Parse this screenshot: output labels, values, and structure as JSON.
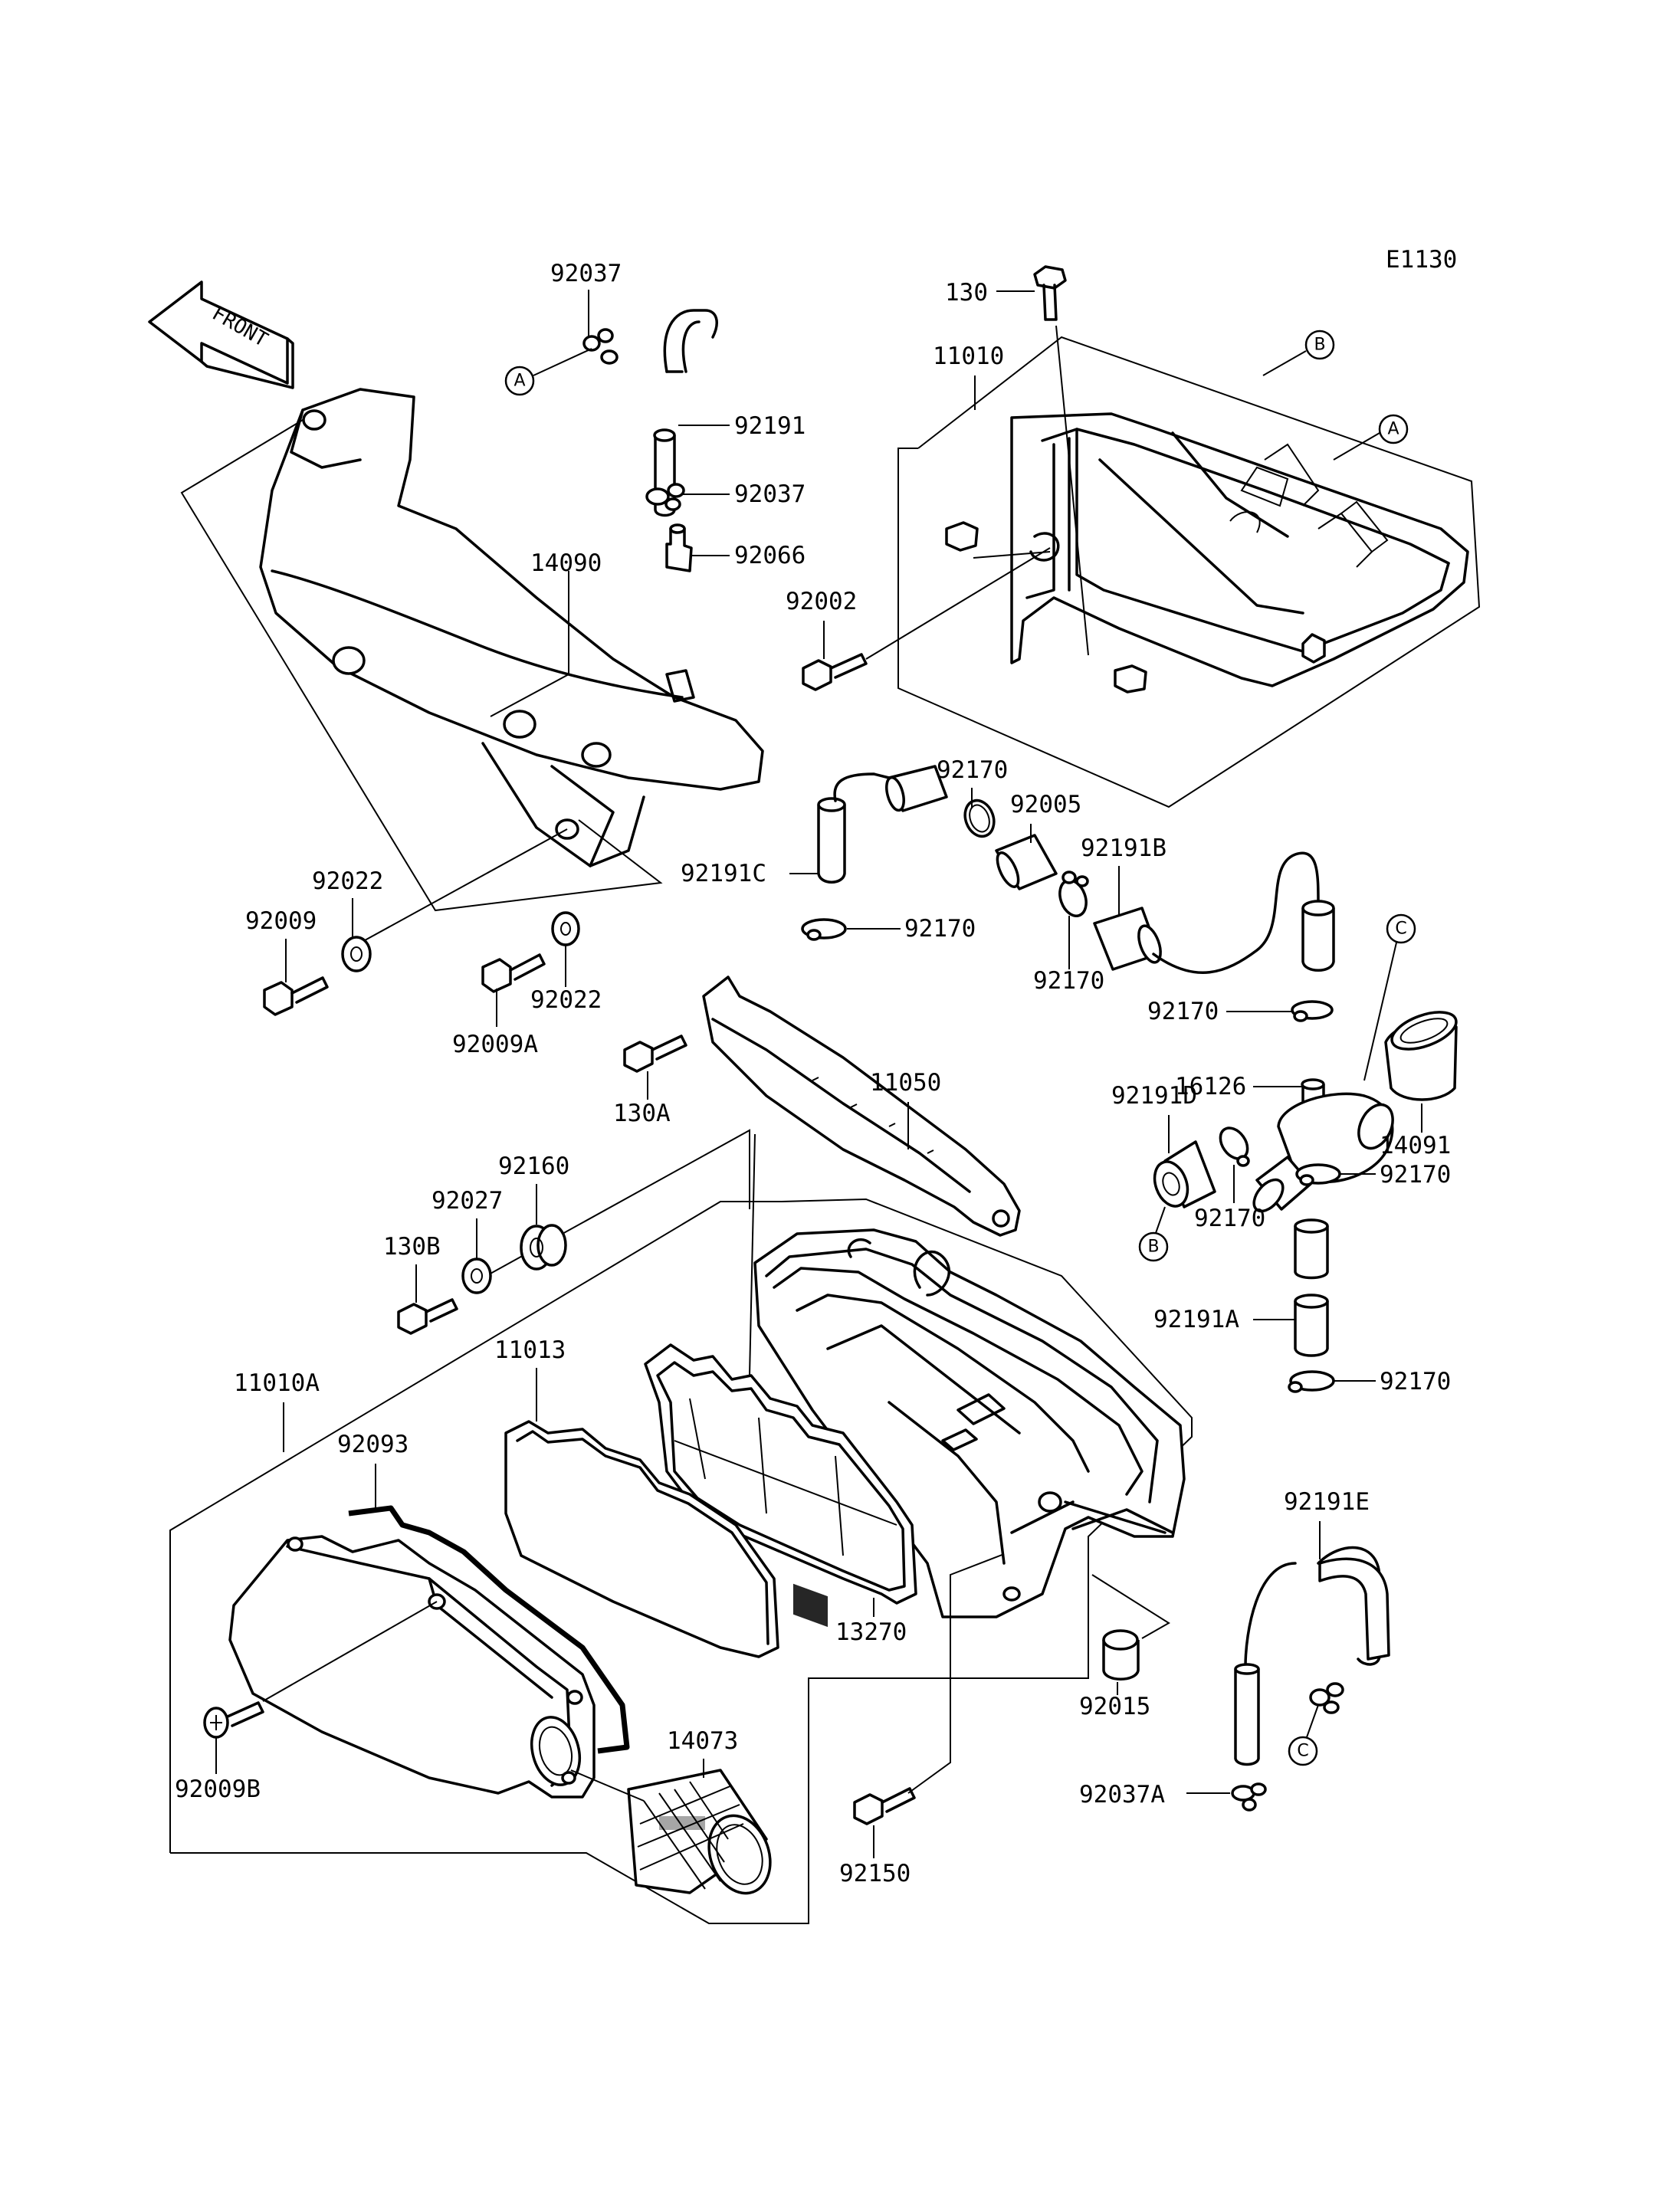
{
  "diagram_code": "E1130",
  "front_label": "FRONT",
  "parts": {
    "p92037_top": "92037",
    "p92191": "92191",
    "p92037_mid": "92037",
    "p92066": "92066",
    "p130": "130",
    "p11010": "11010",
    "p92002": "92002",
    "p14090": "14090",
    "p92022_left": "92022",
    "p92009": "92009",
    "p92022_mid": "92022",
    "p92009A": "92009A",
    "p92170_a": "92170",
    "p92005": "92005",
    "p92191C": "92191C",
    "p92191B": "92191B",
    "p92170_b": "92170",
    "p92170_c": "92170",
    "p92170_d": "92170",
    "p16126": "16126",
    "p14091": "14091",
    "p11050": "11050",
    "p130A": "130A",
    "p92191D": "92191D",
    "p92170_e": "92170",
    "p92170_f": "92170",
    "p92160": "92160",
    "p92027": "92027",
    "p130B": "130B",
    "p92191A": "92191A",
    "p92170_g": "92170",
    "p11013": "11013",
    "p11010A": "11010A",
    "p92093": "92093",
    "p13270": "13270",
    "p92191E": "92191E",
    "p92015": "92015",
    "p14073": "14073",
    "p92009B": "92009B",
    "p92037A": "92037A",
    "p92150": "92150"
  },
  "connectors": {
    "a1": "A",
    "a2": "A",
    "b1": "B",
    "b2": "B",
    "c1": "C",
    "c2": "C"
  }
}
